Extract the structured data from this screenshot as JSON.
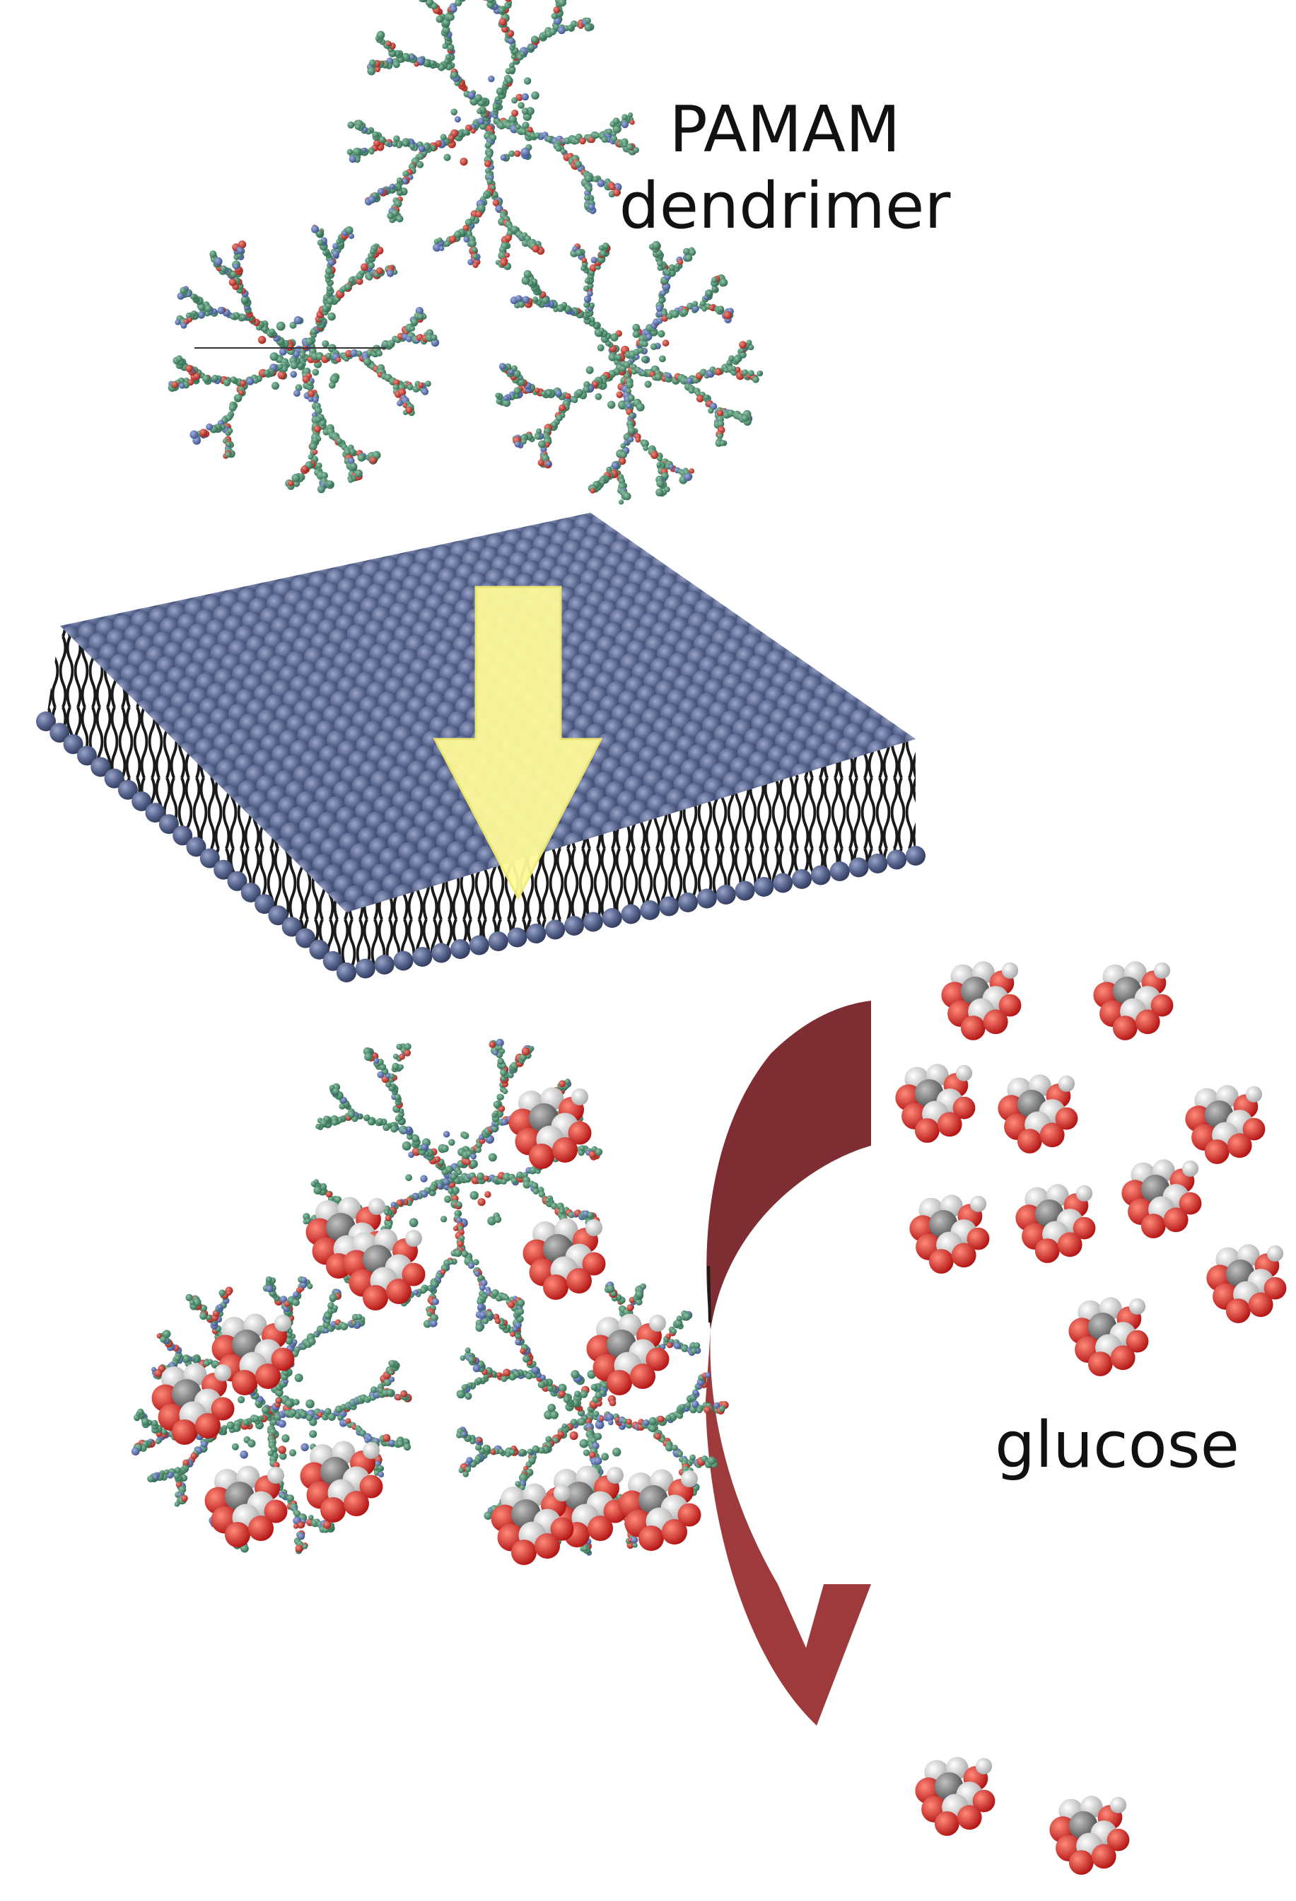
{
  "labels": {
    "dendrimer_line1": "PAMAM",
    "dendrimer_line2": "dendrimer",
    "glucose": "glucose"
  },
  "colors": {
    "membrane_head": "#4d5a82",
    "membrane_head_highlight": "#8d98be",
    "lipid_tail": "#1a1a1a",
    "insertion_arrow": "#fdf99a",
    "curved_arrow_dark": "#7e2e32",
    "curved_arrow_light": "#9e3a3c",
    "dendrimer_green": "#3d7a5e",
    "dendrimer_red": "#c0392b",
    "dendrimer_blue": "#4f68a8",
    "glucose_red": "#cc2222",
    "glucose_white": "#e8e8e8",
    "glucose_gray": "#777777"
  },
  "icons": {
    "dendrimer": "dendrimer-molecule-icon",
    "glucose": "glucose-molecule-icon",
    "membrane": "lipid-bilayer-icon",
    "arrow_down": "arrow-down-icon",
    "arrow_curved": "curved-arrow-icon"
  }
}
